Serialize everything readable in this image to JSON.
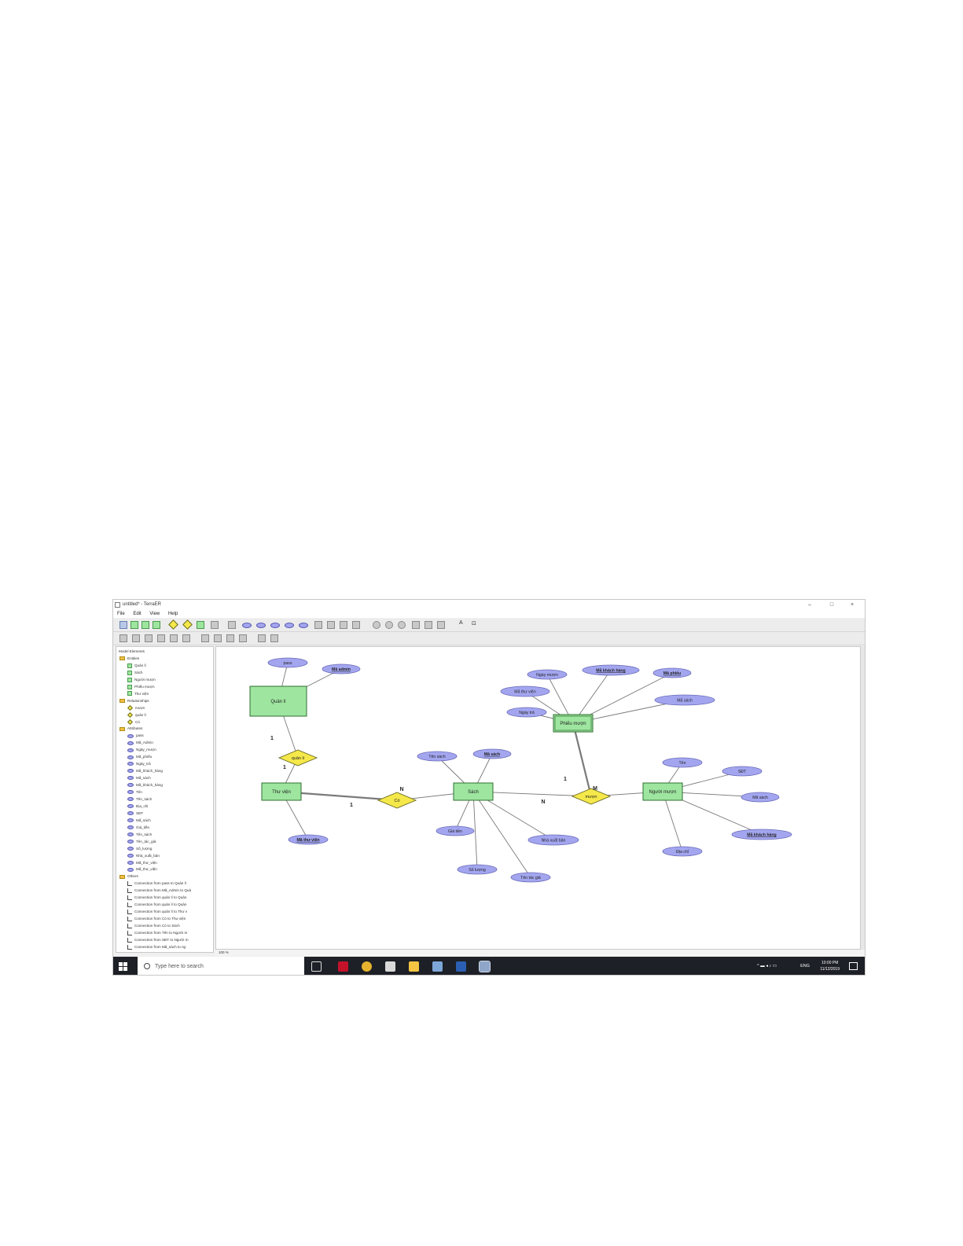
{
  "window": {
    "title": "untitled* - TerraER",
    "controls": {
      "minimize": "–",
      "maximize": "□",
      "close": "×"
    }
  },
  "menu": [
    "File",
    "Edit",
    "View",
    "Help"
  ],
  "toolbar": {
    "text_tool": "A",
    "image_tool": "⊡"
  },
  "tree": {
    "root": "Model Elements",
    "entities_folder": "Entities",
    "entities": [
      "Quản lí",
      "Sách",
      "Người mượn",
      "Phiếu mượn",
      "Thư viện"
    ],
    "relationships_folder": "Relationships",
    "relationships": [
      "mượn",
      "quản lí",
      "Có"
    ],
    "attributes_folder": "Attributes",
    "attributes": [
      "pass",
      "Mã_Admin",
      "Ngày_mượn",
      "Mã_phiếu",
      "Ngày_trả",
      "Mã_khách_hàng",
      "Mã_sách",
      "Mã_khách_hàng",
      "Tên",
      "Tên_sách",
      "Địa_chỉ",
      "SĐT",
      "Mã_sách",
      "Giá_tiền",
      "Tên_sách",
      "Tên_tác_giả",
      "Số_lượng",
      "Nhà_xuất_bản",
      "Mã_thư_viện",
      "Mã_thư_viện"
    ],
    "others_folder": "Others",
    "connections": [
      "Connection from pass to Quản lí",
      "Connection from Mã_Admin to Quả",
      "Connection from quản lí to Quản",
      "Connection from quản lí to Quản",
      "Connection from quản lí to Thư v",
      "Connection from Có to Thư viện",
      "Connection from Có to Sách",
      "Connection from Tên to Người m",
      "Connection from SĐT to Người m",
      "Connection from Mã_sách to ng"
    ]
  },
  "diagram": {
    "entities": [
      {
        "id": "quanli",
        "label": "Quản lí"
      },
      {
        "id": "thuvien",
        "label": "Thư viện"
      },
      {
        "id": "sach",
        "label": "Sách"
      },
      {
        "id": "phieumuon",
        "label": "Phiếu mượn"
      },
      {
        "id": "nguoimuon",
        "label": "Người mượn"
      }
    ],
    "relationships": [
      {
        "id": "r_quanli",
        "label": "quản lí"
      },
      {
        "id": "r_co",
        "label": "Có"
      },
      {
        "id": "r_muon",
        "label": "mượn"
      }
    ],
    "attributes": [
      {
        "id": "a_pass",
        "label": "pass",
        "key": false,
        "of": "quanli"
      },
      {
        "id": "a_maadmin",
        "label": "Mã admin",
        "key": true,
        "of": "quanli"
      },
      {
        "id": "a_mathuvien",
        "label": "Mã thư viện",
        "key": true,
        "of": "thuvien"
      },
      {
        "id": "a_tensach",
        "label": "Tên sách",
        "key": false,
        "of": "sach"
      },
      {
        "id": "a_masach",
        "label": "Mã sách",
        "key": true,
        "of": "sach"
      },
      {
        "id": "a_giatien",
        "label": "Giá tiền",
        "key": false,
        "of": "sach"
      },
      {
        "id": "a_soluong",
        "label": "Số lượng",
        "key": false,
        "of": "sach"
      },
      {
        "id": "a_tentacgia",
        "label": "Tên tác giả",
        "key": false,
        "of": "sach"
      },
      {
        "id": "a_nxb",
        "label": "Nhà xuất bản",
        "key": false,
        "of": "sach"
      },
      {
        "id": "a_ngaymuon",
        "label": "Ngày mượn",
        "key": false,
        "of": "phieumuon"
      },
      {
        "id": "a_makh_pm",
        "label": "Mã khách hàng",
        "key": true,
        "of": "phieumuon"
      },
      {
        "id": "a_maphieu",
        "label": "Mã phiếu",
        "key": true,
        "of": "phieumuon"
      },
      {
        "id": "a_mathuvien_pm",
        "label": "Mã thư viện",
        "key": false,
        "of": "phieumuon"
      },
      {
        "id": "a_ngaytra",
        "label": "Ngày trả",
        "key": false,
        "of": "phieumuon"
      },
      {
        "id": "a_masach_pm",
        "label": "Mã sách",
        "key": false,
        "of": "phieumuon"
      },
      {
        "id": "a_ten",
        "label": "Tên",
        "key": false,
        "of": "nguoimuon"
      },
      {
        "id": "a_sdt",
        "label": "SĐT",
        "key": false,
        "of": "nguoimuon"
      },
      {
        "id": "a_masach_nm",
        "label": "Mã sách",
        "key": false,
        "of": "nguoimuon"
      },
      {
        "id": "a_makh_nm",
        "label": "Mã khách hàng",
        "key": true,
        "of": "nguoimuon"
      },
      {
        "id": "a_diachi",
        "label": "Địa chỉ",
        "key": false,
        "of": "nguoimuon"
      }
    ],
    "cardinalities": [
      {
        "id": "c1",
        "label": "1"
      },
      {
        "id": "c2",
        "label": "1"
      },
      {
        "id": "c3",
        "label": "1"
      },
      {
        "id": "c4",
        "label": "N"
      },
      {
        "id": "c5",
        "label": "N"
      },
      {
        "id": "c6",
        "label": "1"
      },
      {
        "id": "c7",
        "label": "M"
      }
    ]
  },
  "status": {
    "zoom": "100 %"
  },
  "taskbar": {
    "search_placeholder": "Type here to search",
    "language": "ENG",
    "time": "10:00 PM",
    "date": "11/12/2019"
  },
  "colors": {
    "entity_fill": "#9ee6a0",
    "entity_stroke": "#2f6f31",
    "relationship_fill": "#f5e84a",
    "attribute_fill": "#a3a6ef",
    "connector": "#7a7a7a"
  }
}
